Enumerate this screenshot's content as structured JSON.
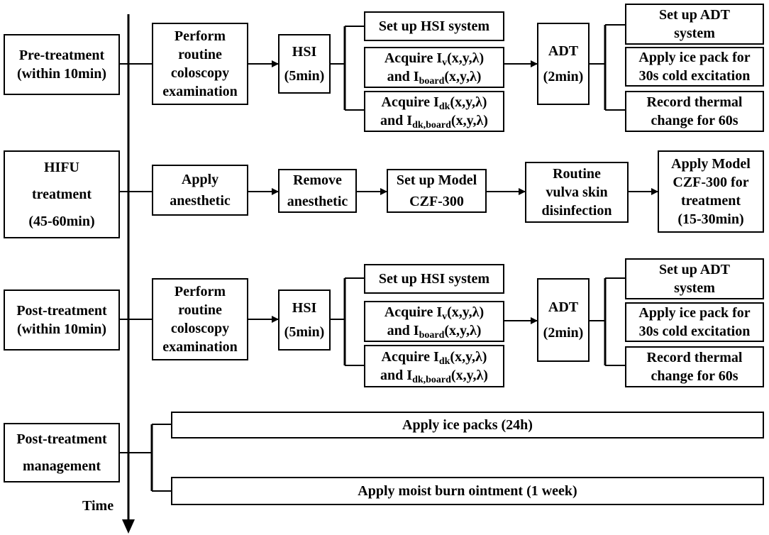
{
  "time_label": "Time",
  "phases": {
    "pre": [
      "Pre-treatment",
      "(within 10min)"
    ],
    "hifu": [
      "HIFU",
      "treatment",
      "(45-60min)"
    ],
    "post": [
      "Post-treatment",
      "(within 10min)"
    ],
    "mgmt": [
      "Post-treatment",
      "management"
    ]
  },
  "pre": {
    "colposcopy": [
      "Perform",
      "routine",
      "coloscopy",
      "examination"
    ],
    "hsi": [
      "HSI",
      "(5min)"
    ],
    "setup_hsi": "Set up HSI system",
    "acq_iv": [
      {
        "text": "Acquire I",
        "sub": "v",
        "rest": "(x,y,λ)"
      },
      {
        "text": "and I",
        "sub": "board",
        "rest": "(x,y,λ)"
      }
    ],
    "acq_idk": [
      {
        "text": "Acquire I",
        "sub": "dk",
        "rest": "(x,y,λ)"
      },
      {
        "text": "and I",
        "sub": "dk,board",
        "rest": "(x,y,λ)"
      }
    ],
    "adt": [
      "ADT",
      "(2min)"
    ],
    "setup_adt": [
      "Set up ADT",
      "system"
    ],
    "ice": [
      "Apply ice pack for",
      "30s cold excitation"
    ],
    "record": [
      "Record thermal",
      "change for 60s"
    ]
  },
  "hifu": {
    "anesthetic": [
      "Apply",
      "anesthetic"
    ],
    "remove": [
      "Remove",
      "anesthetic"
    ],
    "setup_model": [
      "Set up Model",
      "CZF-300"
    ],
    "disinfect": [
      "Routine",
      "vulva skin",
      "disinfection"
    ],
    "treat": [
      "Apply Model",
      "CZF-300 for",
      "treatment",
      "(15-30min)"
    ]
  },
  "post": {
    "colposcopy": [
      "Perform",
      "routine",
      "coloscopy",
      "examination"
    ],
    "hsi": [
      "HSI",
      "(5min)"
    ],
    "setup_hsi": "Set up HSI system",
    "acq_iv": [
      {
        "text": "Acquire I",
        "sub": "v",
        "rest": "(x,y,λ)"
      },
      {
        "text": "and I",
        "sub": "board",
        "rest": "(x,y,λ)"
      }
    ],
    "acq_idk": [
      {
        "text": "Acquire I",
        "sub": "dk",
        "rest": "(x,y,λ)"
      },
      {
        "text": "and I",
        "sub": "dk,board",
        "rest": "(x,y,λ)"
      }
    ],
    "adt": [
      "ADT",
      "(2min)"
    ],
    "setup_adt": [
      "Set up ADT",
      "system"
    ],
    "ice": [
      "Apply ice pack for",
      "30s cold excitation"
    ],
    "record": [
      "Record thermal",
      "change for 60s"
    ]
  },
  "mgmt": {
    "ice_packs": "Apply ice packs (24h)",
    "ointment": "Apply moist burn ointment (1 week)"
  }
}
